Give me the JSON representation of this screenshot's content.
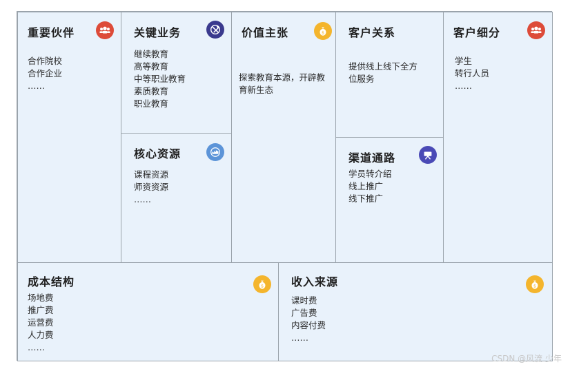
{
  "cells": {
    "partners": {
      "title": "重要伙伴",
      "items": [
        "合作院校",
        "合作企业",
        "……"
      ],
      "icon": "people-icon",
      "color": "#dd4b39"
    },
    "activities": {
      "title": "关键业务",
      "items": [
        "继续教育",
        "高等教育",
        "中等职业教育",
        "素质教育",
        "职业教育"
      ],
      "icon": "tools-icon",
      "color": "#3a3a8e"
    },
    "resources": {
      "title": "核心资源",
      "items": [
        "课程资源",
        "师资资源",
        "……"
      ],
      "icon": "factory-icon",
      "color": "#5c94d8"
    },
    "value": {
      "title": "价值主张",
      "items": [
        "探索教育本源，开辟教",
        "育新生态"
      ],
      "icon": "gift-icon",
      "color": "#f4b52d"
    },
    "relationships": {
      "title": "客户关系",
      "items": [
        "提供线上线下全方",
        "位服务"
      ],
      "icon": "none",
      "color": ""
    },
    "channels": {
      "title": "渠道通路",
      "items": [
        "学员转介绍",
        "线上推广",
        "线下推广"
      ],
      "icon": "truck-icon",
      "color": "#4a4ab6"
    },
    "segments": {
      "title": "客户细分",
      "items": [
        "学生",
        "转行人员",
        "……"
      ],
      "icon": "people-icon",
      "color": "#dd4b39"
    },
    "cost": {
      "title": "成本结构",
      "items": [
        "场地费",
        "推广费",
        "运营费",
        "人力费",
        "……"
      ],
      "icon": "money-bag-icon",
      "color": "#f4b52d"
    },
    "revenue": {
      "title": "收入来源",
      "items": [
        "课时费",
        "广告费",
        "内容付费",
        "……"
      ],
      "icon": "money-bag-icon",
      "color": "#f4b52d"
    }
  },
  "watermark": "CSDN @风流 少年"
}
